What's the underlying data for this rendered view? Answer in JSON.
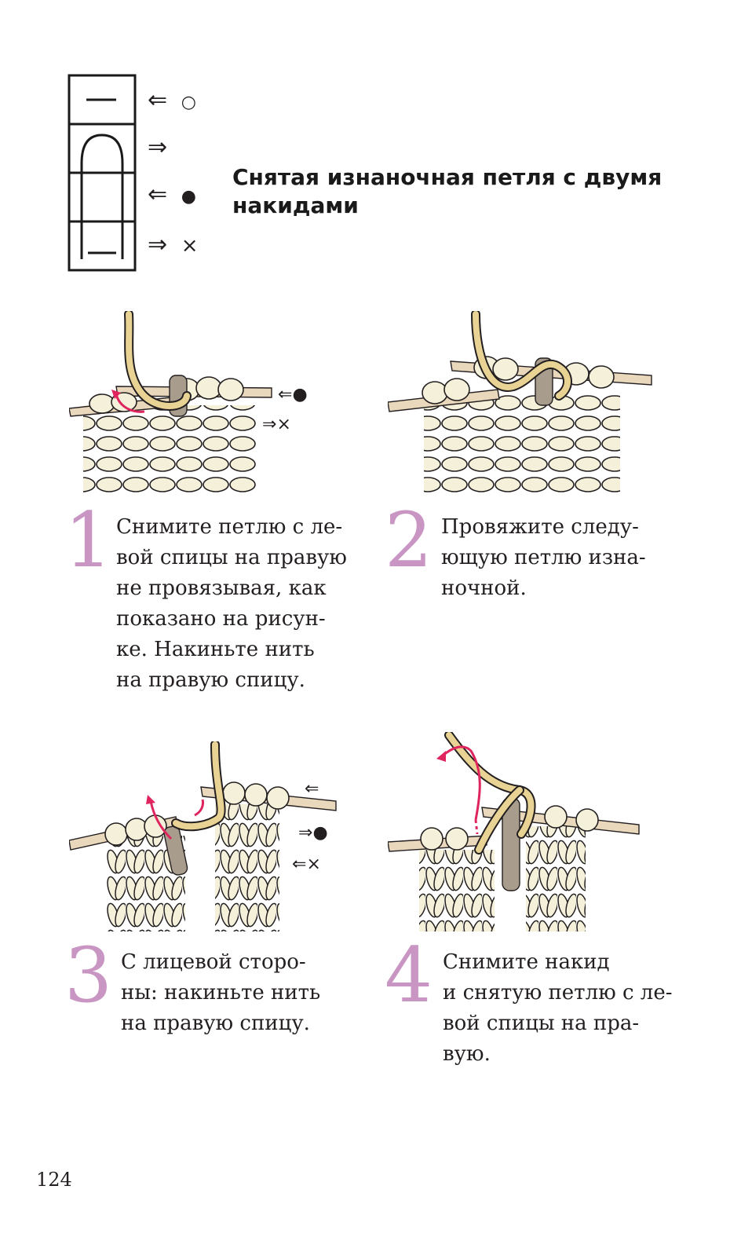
{
  "title": {
    "lines": [
      "Снятая изнаночная петля с двумя",
      "накидами"
    ]
  },
  "chart_legend": {
    "rows": [
      {
        "arrow": "⇐",
        "symbol": "○",
        "symbol_icon": "open-circle-icon"
      },
      {
        "arrow": "⇒",
        "symbol": "",
        "symbol_icon": ""
      },
      {
        "arrow": "⇐",
        "symbol": "●",
        "symbol_icon": "filled-circle-icon"
      },
      {
        "arrow": "⇒",
        "symbol": "×",
        "symbol_icon": "cross-icon"
      }
    ]
  },
  "steps": [
    {
      "number": "1",
      "lines": [
        "Снимите петлю с ле-",
        "вой спицы на правую",
        "не провязывая, как",
        "показано на рисун-",
        "ке. Накиньте нить",
        "на правую спицу."
      ],
      "annotations": [
        {
          "arrow": "⇐",
          "symbol": "●"
        },
        {
          "arrow": "⇒",
          "symbol": "×"
        }
      ]
    },
    {
      "number": "2",
      "lines": [
        "Провяжите следу-",
        "ющую петлю изна-",
        "ночной."
      ],
      "annotations": []
    },
    {
      "number": "3",
      "lines": [
        "С лицевой сторо-",
        "ны: накиньте нить",
        "на правую спицу."
      ],
      "annotations": [
        {
          "arrow": "⇐",
          "symbol": ""
        },
        {
          "arrow": "⇒",
          "symbol": "●"
        },
        {
          "arrow": "⇐",
          "symbol": "×"
        }
      ]
    },
    {
      "number": "4",
      "lines": [
        "Снимите накид",
        "и снятую петлю с ле-",
        "вой спицы на пра-",
        "вую."
      ],
      "annotations": []
    }
  ],
  "page_number": "124",
  "colors": {
    "step_number": "#c996c4",
    "yarn": "#f4f0da",
    "yarn_outline": "#231f20",
    "needle": "#ead8bd",
    "yellow_yarn": "#e8d394",
    "grey_stitch": "#a89c8c",
    "arrow_magenta": "#e0245e"
  }
}
